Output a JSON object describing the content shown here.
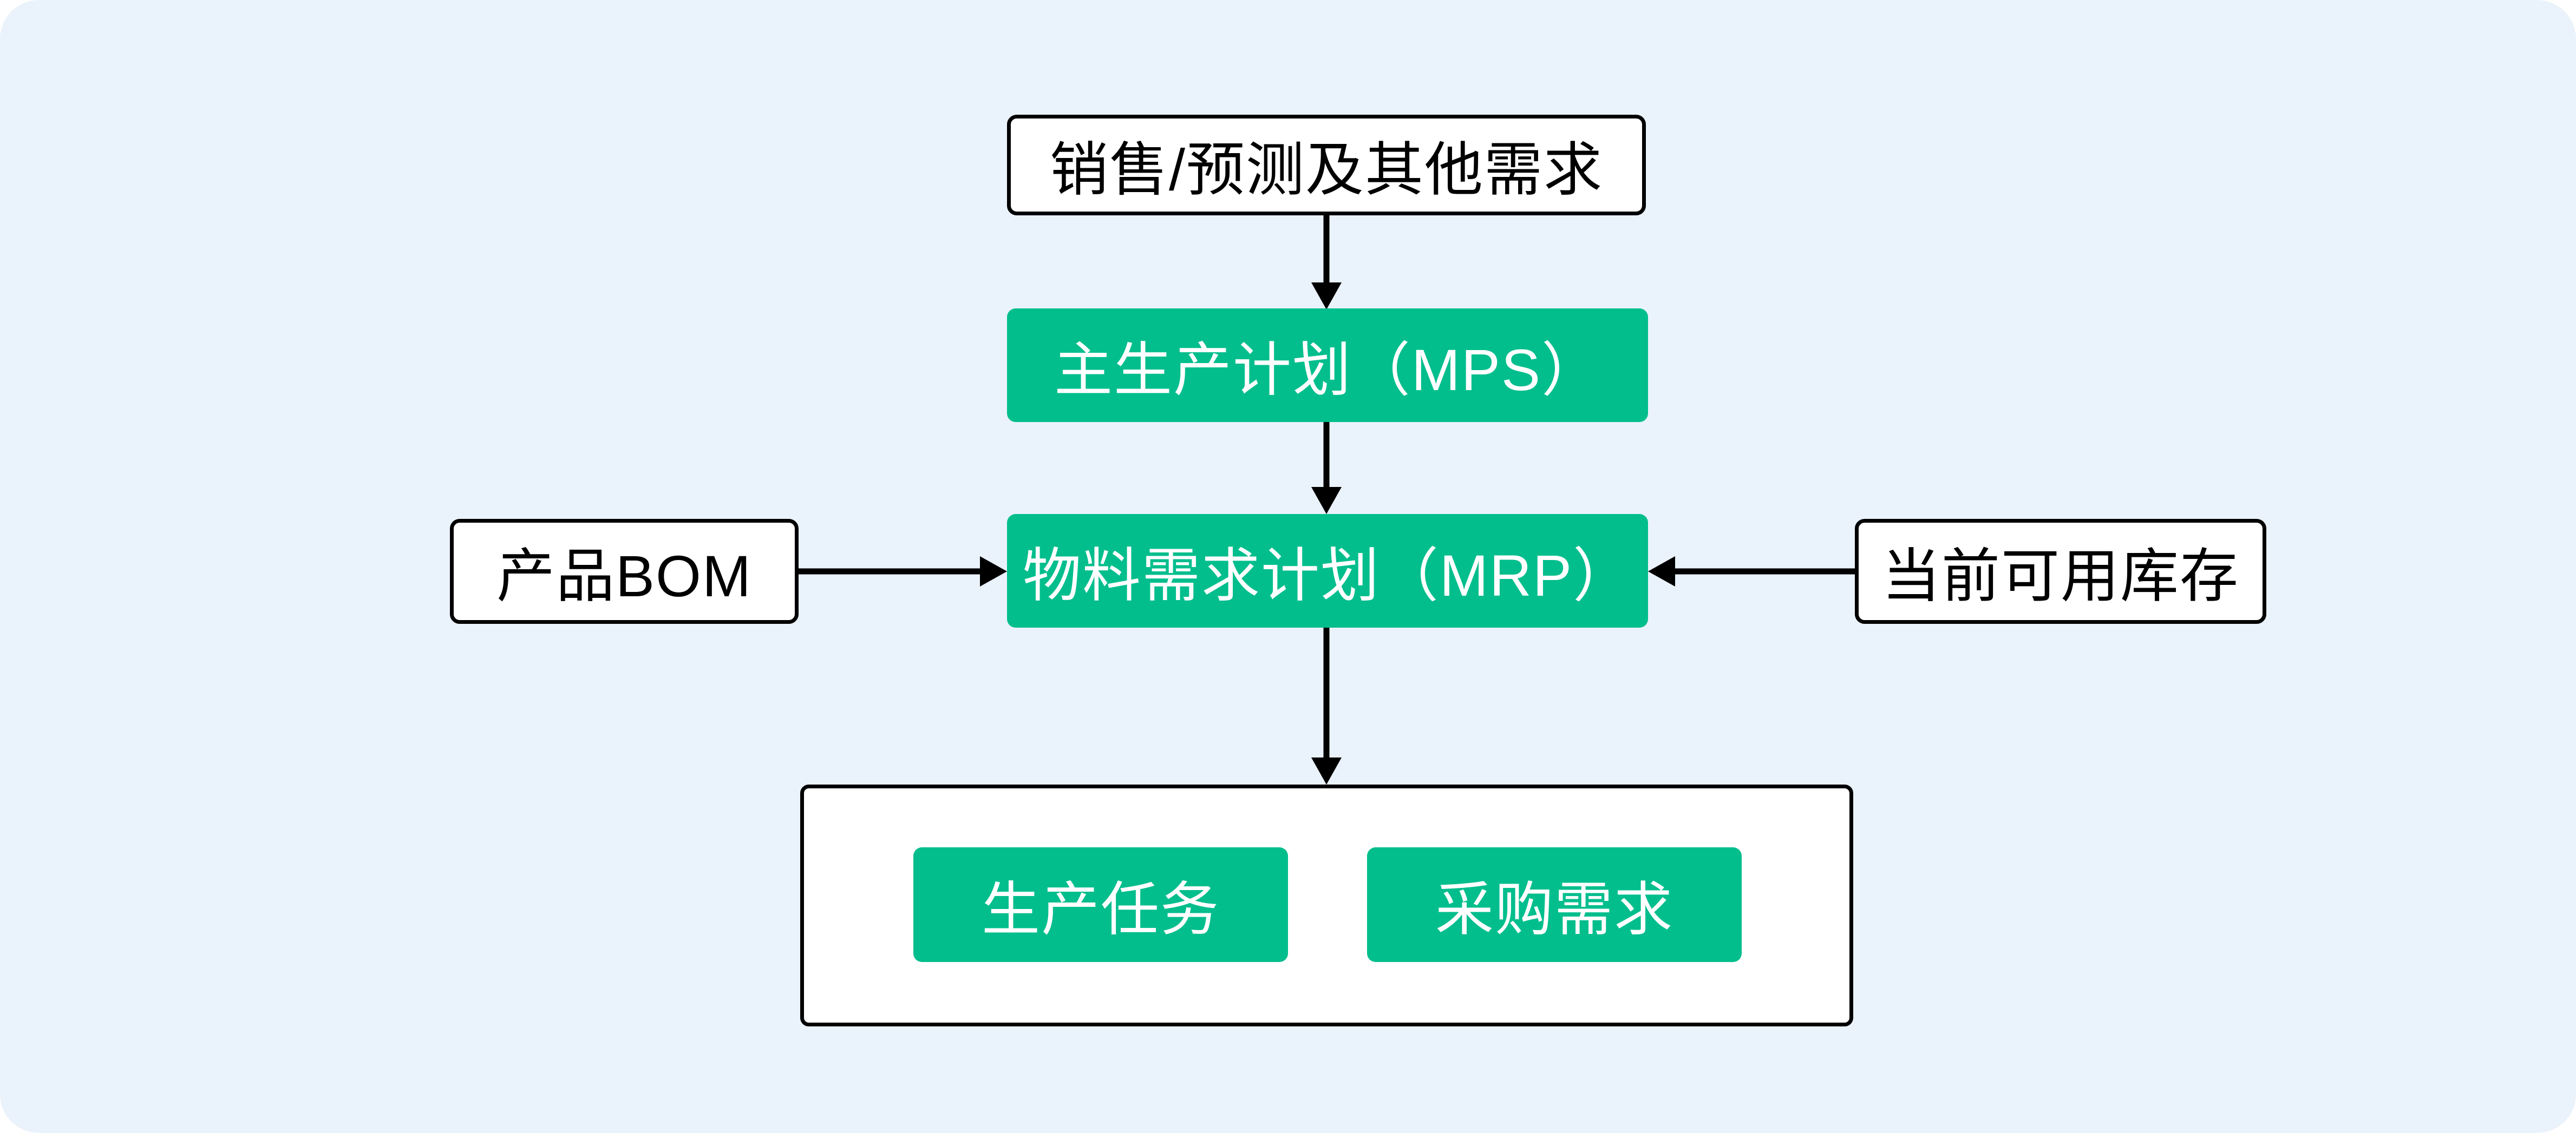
{
  "colors": {
    "page_bg": "#ffffff",
    "canvas_bg": "#EAF2FB",
    "green": "#02BE8D",
    "border": "#000000",
    "text_dark": "#000000",
    "text_light": "#ffffff"
  },
  "nodes": {
    "sales": {
      "label": "销售/预测及其他需求",
      "type": "white"
    },
    "mps": {
      "label": "主生产计划（MPS）",
      "type": "green"
    },
    "mrp": {
      "label": "物料需求计划（MRP）",
      "type": "green"
    },
    "bom": {
      "label": "产品BOM",
      "type": "white"
    },
    "inventory": {
      "label": "当前可用库存",
      "type": "white"
    },
    "production": {
      "label": "生产任务",
      "type": "green"
    },
    "purchase": {
      "label": "采购需求",
      "type": "green"
    }
  },
  "edges": [
    {
      "from": "sales",
      "to": "mps",
      "direction": "down"
    },
    {
      "from": "mps",
      "to": "mrp",
      "direction": "down"
    },
    {
      "from": "bom",
      "to": "mrp",
      "direction": "right"
    },
    {
      "from": "inventory",
      "to": "mrp",
      "direction": "left"
    },
    {
      "from": "mrp",
      "to": "outputs",
      "direction": "down"
    }
  ]
}
